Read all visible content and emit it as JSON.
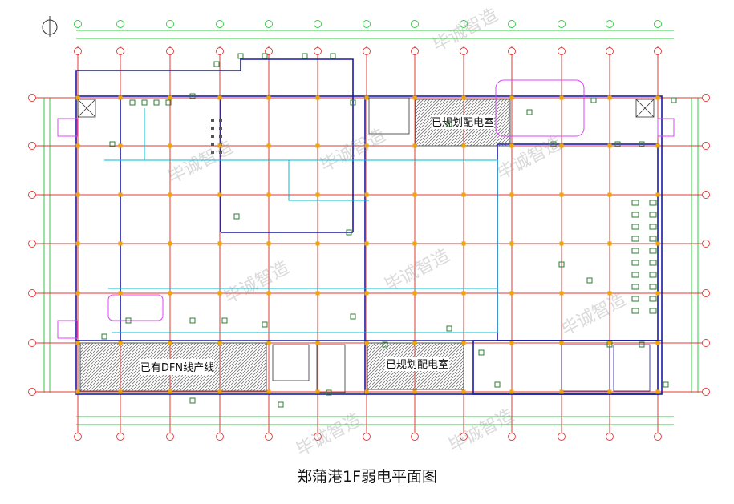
{
  "caption": "郑蒲港1F弱电平面图",
  "rooms": {
    "planned_power_room_top": "已规划配电室",
    "existing_dfn_line": "已有DFN线产线",
    "planned_power_room_bottom": "已规划配电室"
  },
  "watermark": "毕诚智造",
  "colors": {
    "grid_axis": "#e53935",
    "dimension": "#2ecc40",
    "wall": "#1a1aa6",
    "cable_tray": "#00bcd4",
    "equipment": "#2e7d32",
    "annotation": "#e040fb",
    "column": "#f0a500"
  }
}
